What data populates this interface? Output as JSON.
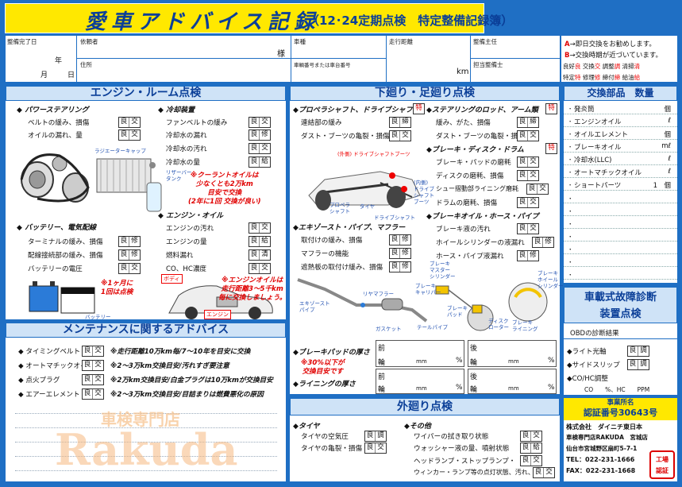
{
  "title": {
    "main": "愛車アドバイス記録",
    "sub": "（12･24定期点検　特定整備記録簿）"
  },
  "header": {
    "date_label": "整備完了日",
    "year": "年",
    "month": "月",
    "day": "日",
    "client_label": "依頼者",
    "sama": "様",
    "address_label": "住所",
    "vehicle_label": "車種",
    "plate_label": "車輌番号または車台番号",
    "mileage_label": "走行距離",
    "km": "km",
    "chief_label": "整備主任",
    "tech_label": "担当整備士"
  },
  "legend": {
    "a_line": "→即日交換をお勧めします。",
    "a_mark": "A",
    "b_line": "→交換時期が近づいています。",
    "b_mark": "B",
    "row1": [
      "良好",
      "良",
      "交換",
      "交",
      "調整",
      "調",
      "清掃",
      "清"
    ],
    "row2": [
      "特定",
      "特",
      "修理",
      "修",
      "締付",
      "締",
      "給油",
      "給"
    ]
  },
  "engine": {
    "title": "エンジン・ルーム点検",
    "ps_title": "パワーステアリング",
    "ps_items": [
      "ベルトの緩み、損傷",
      "オイルの漏れ、量"
    ],
    "cool_title": "冷却装置",
    "cool_items": [
      "ファンベルトの緩み",
      "冷却水の漏れ",
      "冷却水の汚れ",
      "冷却水の量"
    ],
    "radiator_cap": "ラジエーターキャップ",
    "reserve_tank": "リザーバー\nタンク",
    "coolant_note": "※クーラントオイルは\n少なくとも2万km\n目安で交換\n(2年に1回 交換が良い)",
    "eo_title": "エンジン・オイル",
    "eo_items": [
      "エンジンの汚れ",
      "エンジンの量",
      "燃料漏れ",
      "CO、HC濃度"
    ],
    "bat_title": "バッテリー、電気配線",
    "bat_items": [
      "ターミナルの緩み、損傷",
      "配線接続部の緩み、損傷",
      "バッテリーの電圧"
    ],
    "bat_note": "※1ヶ月に\n1回は点検",
    "battery": "バッテリー",
    "body": "ボディ",
    "engine": "エンジン",
    "eo_note": "※エンジンオイルは\n走行距離3～5千km\n毎に交換しましょう。"
  },
  "under": {
    "title": "下廻り・足廻り点検",
    "prop_title": "プロペラシャフト、ドライブシャフト",
    "prop_items": [
      "連結部の緩み",
      "ダスト・ブーツの亀裂・損傷"
    ],
    "st_title": "ステアリングのロッド、アーム類",
    "st_items": [
      "緩み、がた、損傷",
      "ダスト・ブーツの亀裂・損傷"
    ],
    "brake_title": "ブレーキ・ディスク・ドラム",
    "brake_items": [
      "ブレーキ・パッドの磨耗",
      "ディスクの磨耗、損傷",
      "シュー摺動部ライニング磨耗",
      "ドラムの磨耗、損傷"
    ],
    "ex_title": "エキゾースト・パイプ、マフラー",
    "ex_items": [
      "取付けの緩み、損傷",
      "マフラーの機能",
      "遮熱板の取付け緩み、損傷"
    ],
    "bo_title": "ブレーキオイル・ホース・パイプ",
    "bo_items": [
      "ブレーキ液の汚れ",
      "ホイールシリンダーの液漏れ",
      "ホース・パイプ液漏れ"
    ],
    "labels": {
      "ds_outer": "(外側) ドライブシャフトブーツ",
      "propshaft": "プロペラ\nシャフト",
      "tire": "タイヤ",
      "driveshaft": "ドライブシャフト",
      "ds_inner": "(内側)\nドライブ\nシャフト\nブーツ",
      "exhaust": "エキゾースト\nパイプ",
      "rearpipe": "リヤマフラー",
      "gasket": "ガスケット",
      "tailpipe": "テールパイプ",
      "master": "ブレーキ\nマスター\nシリンダー",
      "caliper": "ブレーキ\nキャリパー",
      "pad": "ブレーキ\nパッド",
      "rotor": "ディスク\nローター",
      "lining": "ブレーキ\nライニング",
      "wheelcyl": "ブレーキ\nホイール\nシリンダー"
    },
    "pad_title": "ブレーキパッドの厚さ",
    "pad_note": "※30%以下が\n交換目安です",
    "lining_title": "ライニングの厚さ",
    "front": "前",
    "rear": "後",
    "wheel": "輪",
    "mm": "mm",
    "pct": "%"
  },
  "outer": {
    "title": "外廻り点検",
    "tire_title": "タイヤ",
    "tire_items": [
      "タイヤの空気圧",
      "タイヤの亀裂・損傷"
    ],
    "other_title": "その他",
    "other_items": [
      "ワイパーの拭き取り状態",
      "ウォッシャー液の量、噴射状態",
      "ヘッドランプ・ストップランプ・",
      "ウィンカー・ランプ等の点灯状態、汚れ、損傷"
    ]
  },
  "maint": {
    "title": "メンテナンスに関するアドバイス",
    "items": [
      {
        "label": "タイミングベルト",
        "note": "※走行距離10万km毎/7～10年を目安に交換"
      },
      {
        "label": "オートマチックオイル",
        "note": "※2～3万km交換目安/汚れすぎ要注意"
      },
      {
        "label": "点火プラグ",
        "note": "※2万km交換目安/白金プラグは10万kmが交換目安"
      },
      {
        "label": "エアーエレメント",
        "note": "※2～3万km交換目安/目詰まりは燃費悪化の原因"
      }
    ]
  },
  "watermark": {
    "top": "車検専門店",
    "main": "Rakuda"
  },
  "parts": {
    "title": "交換部品",
    "qty": "数量",
    "rows": [
      {
        "name": "発炎筒",
        "unit": "個"
      },
      {
        "name": "エンジンオイル",
        "unit": "ℓ"
      },
      {
        "name": "オイルエレメント",
        "unit": "個"
      },
      {
        "name": "ブレーキオイル",
        "unit": "mℓ"
      },
      {
        "name": "冷却水(LLC)",
        "unit": "ℓ"
      },
      {
        "name": "オートマチックオイル",
        "unit": "ℓ"
      },
      {
        "name": "ショートパーツ",
        "unit": "1　個"
      }
    ]
  },
  "obd": {
    "title": "車載式故障診断\n装置点検",
    "result": "OBDの診断結果",
    "rows": [
      "ライト光軸",
      "サイドスリップ",
      "CO/HC調整"
    ],
    "co": "CO",
    "pct": "%、HC",
    "ppm": "PPM"
  },
  "office": {
    "label": "事業所名",
    "cert": "認証番号30643号",
    "company": "株式会社　ダイニチ東日本",
    "shop": "車検専門店RAKUDA　宮城店",
    "address": "仙台市宮城野区扇町5-7-1",
    "tel": "TEL：022-231-1666",
    "fax": "FAX：022-231-1668",
    "stamp": "工場\n認証"
  },
  "colors": {
    "accent": "#1f6fc4",
    "title_bg": "#ffe800",
    "red": "#e00000",
    "navy": "#0b3f98"
  }
}
